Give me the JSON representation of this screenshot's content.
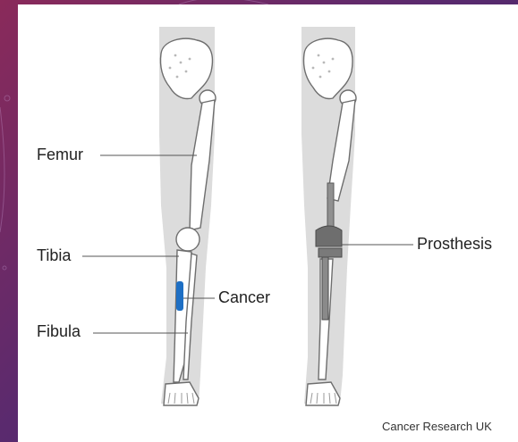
{
  "labels": {
    "femur": "Femur",
    "tibia": "Tibia",
    "fibula": "Fibula",
    "cancer": "Cancer",
    "prosthesis": "Prosthesis"
  },
  "credit": "Cancer Research UK",
  "colors": {
    "background_gradient_start": "#8a2a5a",
    "background_gradient_end": "#3a2668",
    "silhouette": "#dcdcdc",
    "bone_fill": "#ffffff",
    "bone_outline": "#6e6e6e",
    "cancer": "#1e6fc4",
    "prosthesis": "#707070",
    "leader_line": "#555555"
  }
}
